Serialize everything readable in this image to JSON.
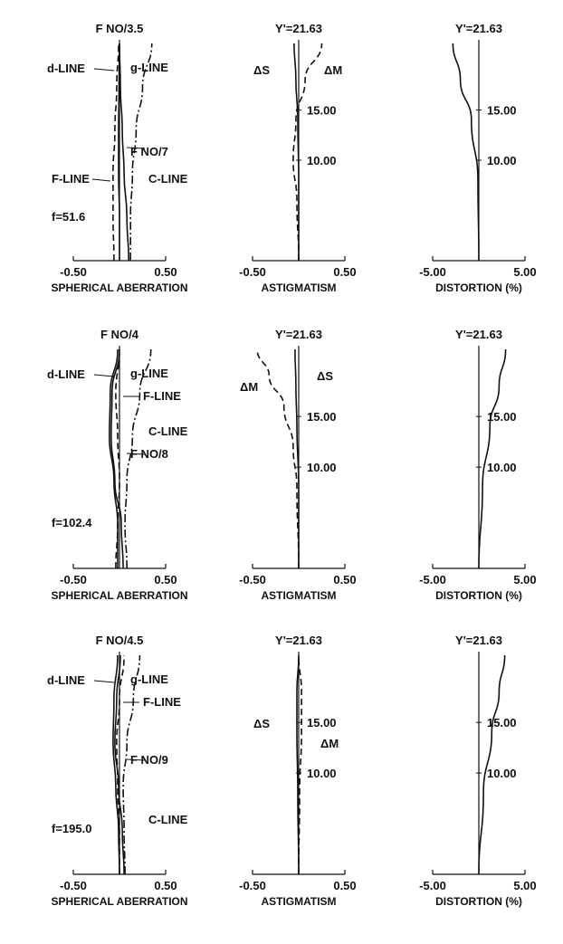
{
  "colors": {
    "ink": "#111111",
    "background": "#ffffff"
  },
  "chart_data": [
    {
      "type": "line",
      "kind": "spherical",
      "title": "F NO/3.5",
      "xlabel": "SPHERICAL ABERRATION",
      "xticks": [
        "-0.50",
        "0.50"
      ],
      "xlim": [
        -0.5,
        0.5
      ],
      "ylim": [
        0,
        1
      ],
      "annotations": {
        "focal": "f=51.6",
        "mid": "F NO/7"
      },
      "series": [
        {
          "name": "d-LINE",
          "style": "solid",
          "x": [
            0.0,
            0.0,
            -0.01,
            -0.01,
            -0.005,
            0.0
          ],
          "y": [
            0,
            0.2,
            0.4,
            0.6,
            0.8,
            1.0
          ]
        },
        {
          "name": "F-LINE",
          "style": "dash",
          "x": [
            -0.06,
            -0.07,
            -0.07,
            -0.05,
            -0.03,
            -0.01
          ],
          "y": [
            0,
            0.2,
            0.4,
            0.6,
            0.8,
            1.0
          ]
        },
        {
          "name": "C-LINE",
          "style": "solid",
          "x": [
            0.1,
            0.08,
            0.05,
            0.03,
            0.01,
            0.0
          ],
          "y": [
            0,
            0.2,
            0.4,
            0.6,
            0.8,
            1.0
          ]
        },
        {
          "name": "g-LINE",
          "style": "dashdot",
          "x": [
            0.12,
            0.12,
            0.14,
            0.18,
            0.25,
            0.35
          ],
          "y": [
            0,
            0.2,
            0.4,
            0.6,
            0.8,
            1.0
          ]
        }
      ]
    },
    {
      "type": "line",
      "kind": "astigmatism",
      "title": "Y'=21.63",
      "xlabel": "ASTIGMATISM",
      "xticks": [
        "-0.50",
        "0.50"
      ],
      "xlim": [
        -0.5,
        0.5
      ],
      "ylim": [
        0,
        21.63
      ],
      "yticks": [
        "10.00",
        "15.00"
      ],
      "series": [
        {
          "name": "ΔS",
          "style": "solid",
          "x": [
            0.0,
            0.0,
            -0.01,
            -0.03,
            -0.05
          ],
          "y": [
            0,
            8,
            14,
            18,
            21.63
          ]
        },
        {
          "name": "ΔM",
          "style": "dash",
          "x": [
            0.0,
            -0.02,
            -0.06,
            -0.03,
            0.07,
            0.25
          ],
          "y": [
            0,
            6,
            10,
            14,
            18,
            21.63
          ]
        }
      ]
    },
    {
      "type": "line",
      "kind": "distortion",
      "title": "Y'=21.63",
      "xlabel": "DISTORTION",
      "xunit": "(%)",
      "xticks": [
        "-5.00",
        "5.00"
      ],
      "xlim": [
        -5,
        5
      ],
      "ylim": [
        0,
        21.63
      ],
      "yticks": [
        "10.00",
        "15.00"
      ],
      "series": [
        {
          "name": "distortion",
          "style": "solid",
          "x": [
            0.0,
            -0.1,
            -0.8,
            -2.0,
            -2.8
          ],
          "y": [
            0,
            8,
            14,
            18,
            21.63
          ]
        }
      ]
    },
    {
      "type": "line",
      "kind": "spherical",
      "title": "F NO/4",
      "xlabel": "SPHERICAL ABERRATION",
      "xticks": [
        "-0.50",
        "0.50"
      ],
      "xlim": [
        -0.5,
        0.5
      ],
      "ylim": [
        0,
        1
      ],
      "annotations": {
        "focal": "f=102.4",
        "mid": "F NO/8"
      },
      "series": [
        {
          "name": "d-LINE",
          "style": "solid",
          "x": [
            -0.02,
            -0.02,
            -0.06,
            -0.11,
            -0.1,
            -0.02
          ],
          "y": [
            0,
            0.2,
            0.4,
            0.6,
            0.8,
            1.0
          ]
        },
        {
          "name": "F-LINE",
          "style": "dash",
          "x": [
            -0.04,
            -0.02,
            0.0,
            -0.02,
            -0.04,
            0.0
          ],
          "y": [
            0,
            0.2,
            0.4,
            0.6,
            0.8,
            1.0
          ]
        },
        {
          "name": "C-LINE",
          "style": "solid",
          "x": [
            0.04,
            0.02,
            -0.05,
            -0.09,
            -0.08,
            0.0
          ],
          "y": [
            0,
            0.2,
            0.4,
            0.6,
            0.8,
            1.0
          ]
        },
        {
          "name": "g-LINE",
          "style": "dashdot",
          "x": [
            0.08,
            0.06,
            0.08,
            0.14,
            0.22,
            0.34
          ],
          "y": [
            0,
            0.2,
            0.4,
            0.6,
            0.8,
            1.0
          ]
        }
      ]
    },
    {
      "type": "line",
      "kind": "astigmatism",
      "title": "Y'=21.63",
      "xlabel": "ASTIGMATISM",
      "xticks": [
        "-0.50",
        "0.50"
      ],
      "xlim": [
        -0.5,
        0.5
      ],
      "ylim": [
        0,
        21.63
      ],
      "yticks": [
        "10.00",
        "15.00"
      ],
      "series": [
        {
          "name": "ΔS",
          "style": "solid",
          "x": [
            0.0,
            0.0,
            -0.02,
            -0.03,
            -0.04
          ],
          "y": [
            0,
            8,
            14,
            18,
            21.63
          ]
        },
        {
          "name": "ΔM",
          "style": "dash",
          "x": [
            0.0,
            -0.02,
            -0.06,
            -0.16,
            -0.32,
            -0.45
          ],
          "y": [
            0,
            8,
            12,
            16,
            19,
            21.63
          ]
        }
      ]
    },
    {
      "type": "line",
      "kind": "distortion",
      "title": "Y'=21.63",
      "xlabel": "DISTORTION",
      "xunit": "(%)",
      "xticks": [
        "-5.00",
        "5.00"
      ],
      "xlim": [
        -5,
        5
      ],
      "ylim": [
        0,
        21.63
      ],
      "yticks": [
        "10.00",
        "15.00"
      ],
      "series": [
        {
          "name": "distortion",
          "style": "solid",
          "x": [
            0.0,
            0.4,
            1.2,
            2.2,
            2.9
          ],
          "y": [
            0,
            8,
            14,
            18,
            21.63
          ]
        }
      ]
    },
    {
      "type": "line",
      "kind": "spherical",
      "title": "F NO/4.5",
      "xlabel": "SPHERICAL ABERRATION",
      "xticks": [
        "-0.50",
        "0.50"
      ],
      "xlim": [
        -0.5,
        0.5
      ],
      "ylim": [
        0,
        1
      ],
      "annotations": {
        "focal": "f=195.0",
        "mid": "F NO/9"
      },
      "series": [
        {
          "name": "d-LINE",
          "style": "solid",
          "x": [
            0.0,
            -0.01,
            -0.04,
            -0.07,
            -0.06,
            -0.02
          ],
          "y": [
            0,
            0.2,
            0.4,
            0.6,
            0.8,
            1.0
          ]
        },
        {
          "name": "F-LINE",
          "style": "dash",
          "x": [
            0.0,
            0.0,
            -0.02,
            -0.03,
            0.0,
            0.05
          ],
          "y": [
            0,
            0.2,
            0.4,
            0.6,
            0.8,
            1.0
          ]
        },
        {
          "name": "C-LINE",
          "style": "solid",
          "x": [
            0.05,
            0.03,
            -0.01,
            -0.05,
            -0.03,
            0.01
          ],
          "y": [
            0,
            0.2,
            0.4,
            0.6,
            0.8,
            1.0
          ]
        },
        {
          "name": "g-LINE",
          "style": "dashdot",
          "x": [
            0.06,
            0.05,
            0.04,
            0.08,
            0.15,
            0.22
          ],
          "y": [
            0,
            0.2,
            0.4,
            0.6,
            0.8,
            1.0
          ]
        }
      ]
    },
    {
      "type": "line",
      "kind": "astigmatism",
      "title": "Y'=21.63",
      "xlabel": "ASTIGMATISM",
      "xticks": [
        "-0.50",
        "0.50"
      ],
      "xlim": [
        -0.5,
        0.5
      ],
      "ylim": [
        0,
        21.63
      ],
      "yticks": [
        "10.00",
        "15.00"
      ],
      "series": [
        {
          "name": "ΔS",
          "style": "solid",
          "x": [
            0.0,
            -0.01,
            -0.02,
            -0.02,
            0.0
          ],
          "y": [
            0,
            8,
            14,
            18,
            21.63
          ]
        },
        {
          "name": "ΔM",
          "style": "dash",
          "x": [
            0.0,
            0.01,
            0.03,
            0.03,
            0.0
          ],
          "y": [
            0,
            8,
            14,
            18,
            21.63
          ]
        }
      ]
    },
    {
      "type": "line",
      "kind": "distortion",
      "title": "Y'=21.63",
      "xlabel": "DISTORTION",
      "xunit": "(%)",
      "xticks": [
        "-5.00",
        "5.00"
      ],
      "xlim": [
        -5,
        5
      ],
      "ylim": [
        0,
        21.63
      ],
      "yticks": [
        "10.00",
        "15.00"
      ],
      "series": [
        {
          "name": "distortion",
          "style": "solid",
          "x": [
            0.0,
            0.5,
            1.4,
            2.2,
            2.8
          ],
          "y": [
            0,
            8,
            14,
            18,
            21.63
          ]
        }
      ]
    }
  ]
}
